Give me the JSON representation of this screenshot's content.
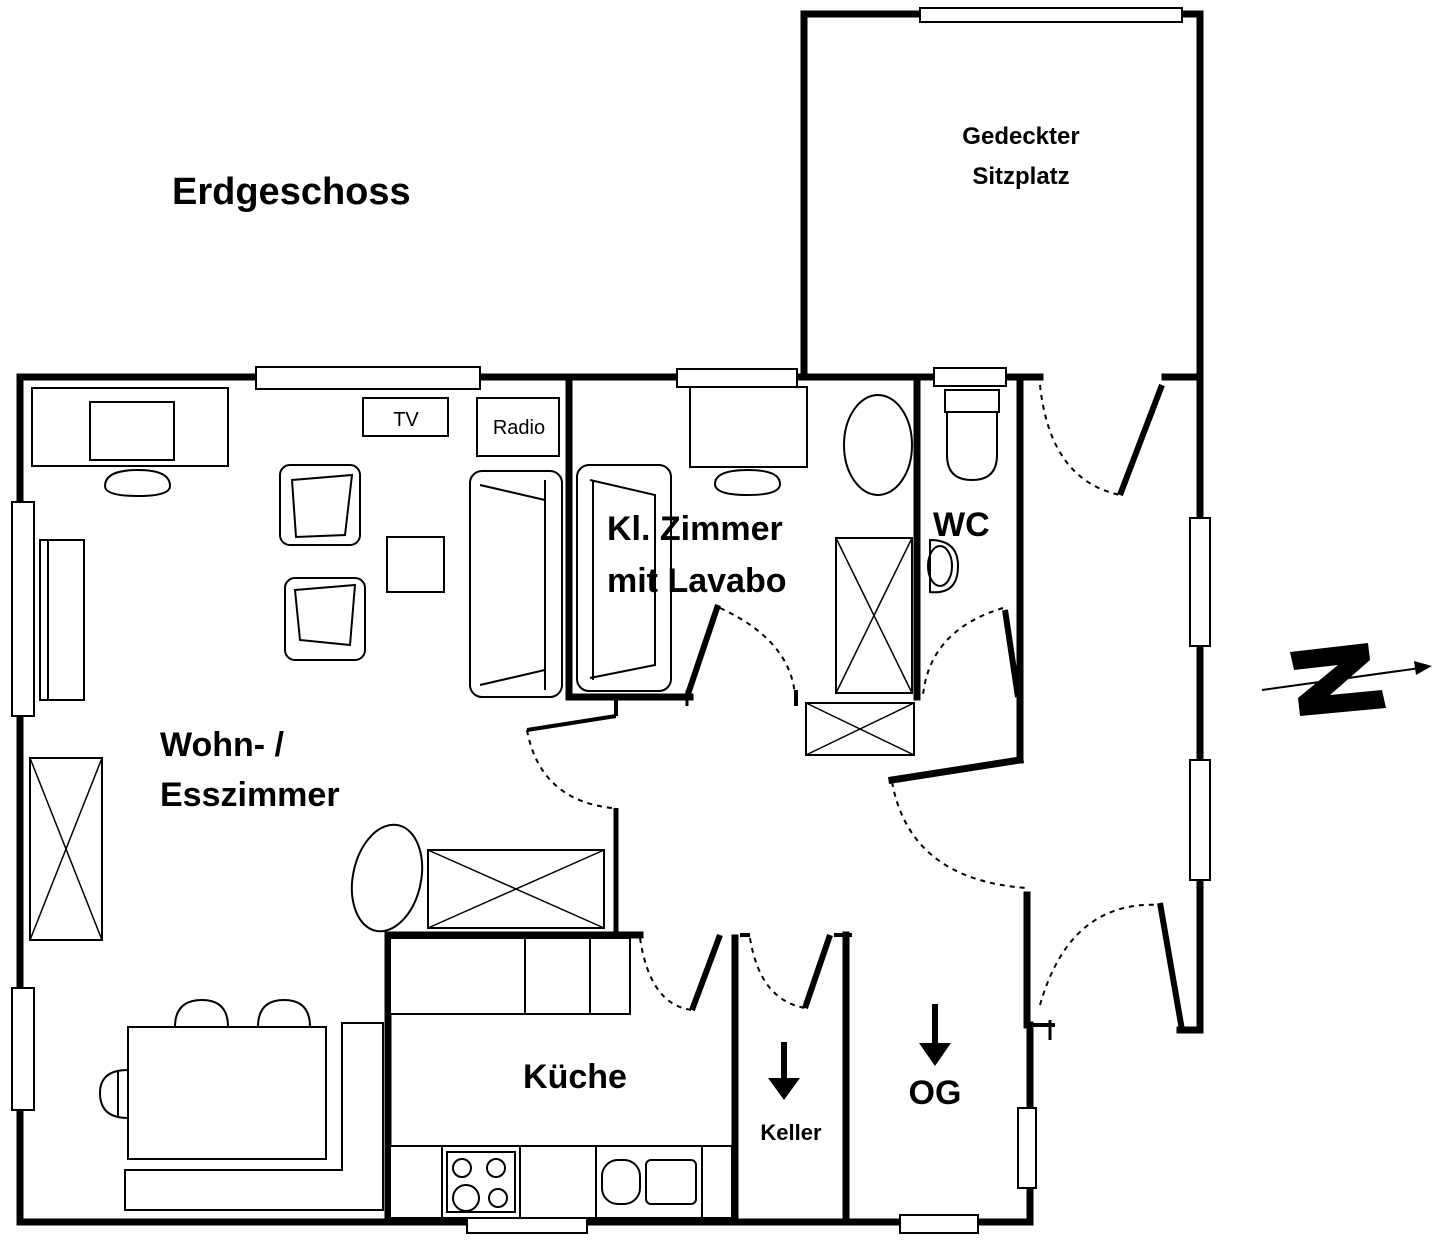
{
  "plan": {
    "title": "Erdgeschoss",
    "rooms": {
      "living_line1": "Wohn- /",
      "living_line2": "Esszimmer",
      "small_room_line1": "Kl. Zimmer",
      "small_room_line2": "mit Lavabo",
      "wc": "WC",
      "kitchen": "Küche",
      "cellar": "Keller",
      "upper_floor": "OG",
      "terrace_line1": "Gedeckter",
      "terrace_line2": "Sitzplatz"
    },
    "furniture": {
      "tv": "TV",
      "radio": "Radio"
    },
    "north_marker": "Z"
  }
}
